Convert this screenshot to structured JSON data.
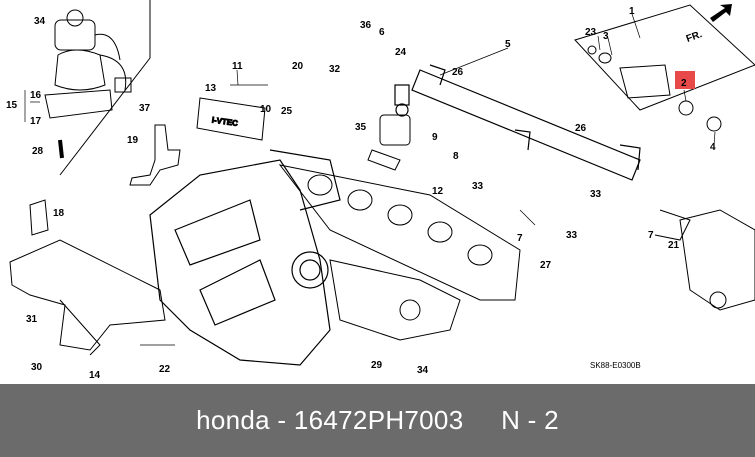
{
  "diagram": {
    "code": "SK88-E0300B",
    "direction": "FR.",
    "emblem": "i-VTEC",
    "highlight_color": "#e84a4a",
    "highlighted_part": "2",
    "callouts": [
      "1",
      "2",
      "3",
      "4",
      "5",
      "6",
      "7",
      "7",
      "8",
      "9",
      "10",
      "11",
      "12",
      "13",
      "14",
      "15",
      "16",
      "17",
      "18",
      "19",
      "20",
      "21",
      "22",
      "23",
      "24",
      "25",
      "26",
      "26",
      "27",
      "28",
      "29",
      "30",
      "31",
      "32",
      "33",
      "33",
      "33",
      "34",
      "34",
      "35",
      "36",
      "37"
    ]
  },
  "footer": {
    "brand": "honda",
    "part_number": "16472PH7003",
    "position": "N - 2",
    "background": "#6b6b6b"
  }
}
